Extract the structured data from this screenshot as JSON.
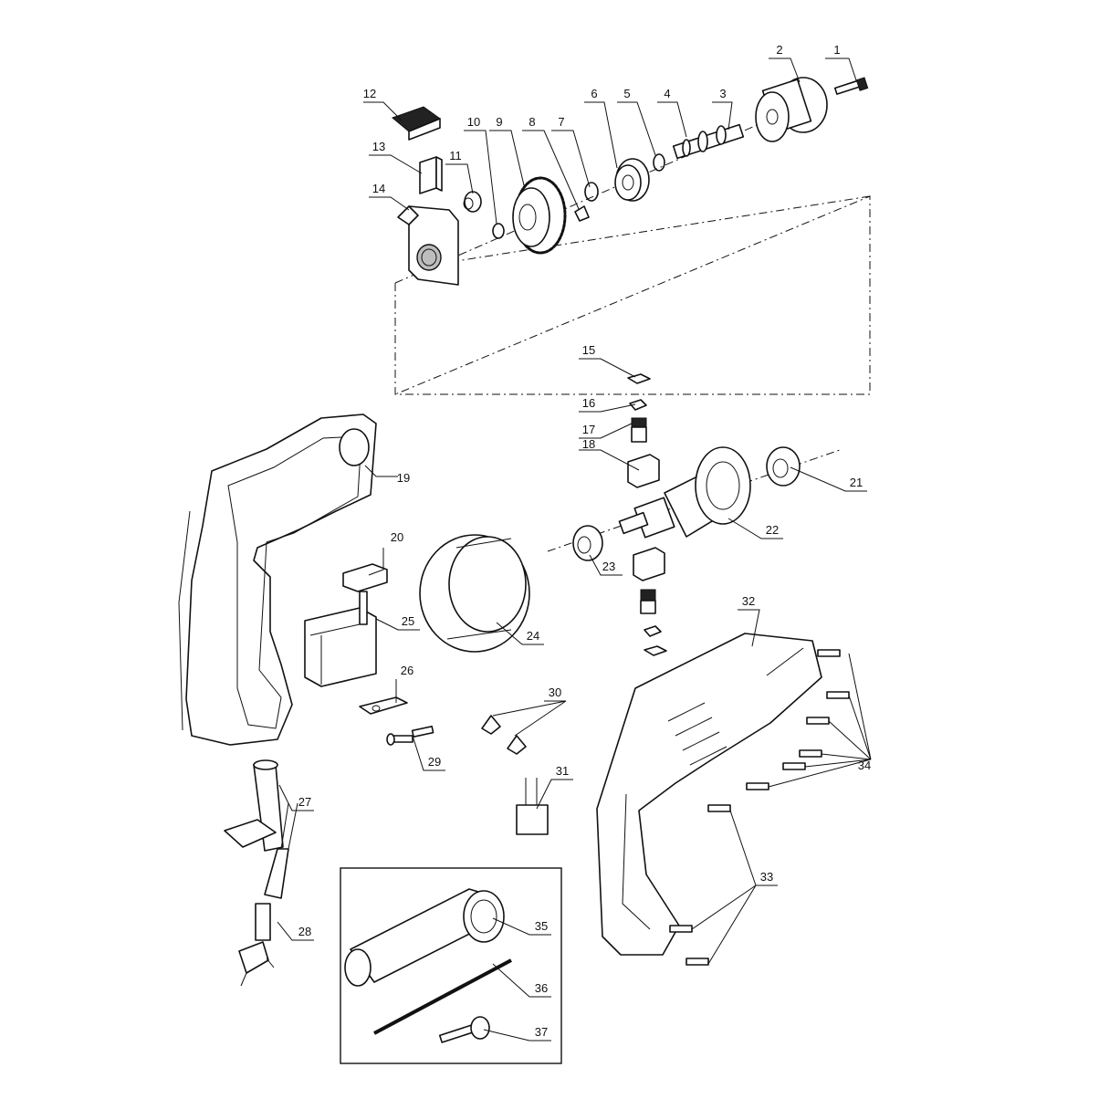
{
  "diagram": {
    "type": "exploded-parts-view",
    "parts": [
      {
        "number": "1"
      },
      {
        "number": "2"
      },
      {
        "number": "3"
      },
      {
        "number": "4"
      },
      {
        "number": "5"
      },
      {
        "number": "6"
      },
      {
        "number": "7"
      },
      {
        "number": "8"
      },
      {
        "number": "9"
      },
      {
        "number": "10"
      },
      {
        "number": "11"
      },
      {
        "number": "12"
      },
      {
        "number": "13"
      },
      {
        "number": "14"
      },
      {
        "number": "15"
      },
      {
        "number": "16"
      },
      {
        "number": "17"
      },
      {
        "number": "18"
      },
      {
        "number": "19"
      },
      {
        "number": "20"
      },
      {
        "number": "21"
      },
      {
        "number": "22"
      },
      {
        "number": "23"
      },
      {
        "number": "24"
      },
      {
        "number": "25"
      },
      {
        "number": "26"
      },
      {
        "number": "27"
      },
      {
        "number": "28"
      },
      {
        "number": "29"
      },
      {
        "number": "30"
      },
      {
        "number": "31"
      },
      {
        "number": "32"
      },
      {
        "number": "33"
      },
      {
        "number": "34"
      },
      {
        "number": "35"
      },
      {
        "number": "36"
      },
      {
        "number": "37"
      }
    ],
    "colors": {
      "line": "#111111",
      "background": "#ffffff",
      "shade": "#bdbdbd"
    }
  }
}
